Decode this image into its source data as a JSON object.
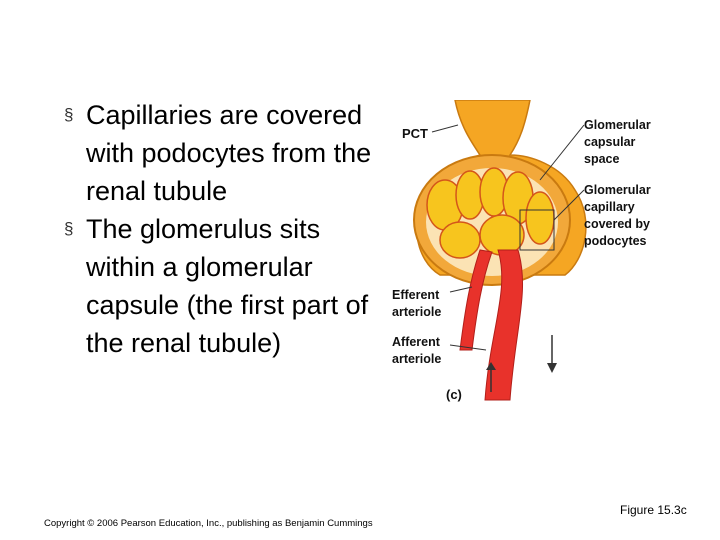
{
  "bullets": [
    {
      "marker": "§",
      "text": "Capillaries are covered with podocytes from the renal tubule"
    },
    {
      "marker": "§",
      "text": "The glomerulus sits within a glomerular capsule (the first part of the renal tubule)"
    }
  ],
  "diagram": {
    "pct": "PCT",
    "capsular_space": [
      "Glomerular",
      "capsular",
      "space"
    ],
    "capillary": [
      "Glomerular",
      "capillary",
      "covered by",
      "podocytes"
    ],
    "efferent": [
      "Efferent",
      "arteriole"
    ],
    "afferent": [
      "Afferent",
      "arteriole"
    ],
    "panel": "(c)"
  },
  "footer": {
    "copyright": "Copyright © 2006 Pearson Education, Inc., publishing as Benjamin Cummings",
    "figure": "Figure 15.3c"
  },
  "colors": {
    "capsule": "#f5a623",
    "vessel": "#e8322b",
    "capillary": "#f7c51e"
  }
}
